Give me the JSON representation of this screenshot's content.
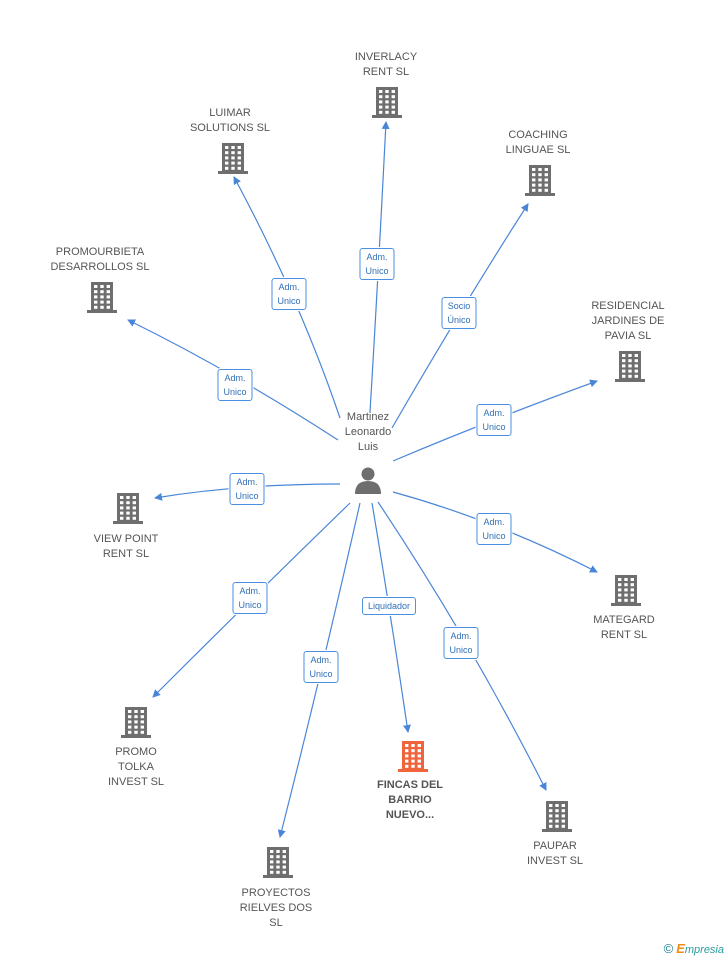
{
  "center": {
    "label": "Martinez\nLeonardo\nLuis"
  },
  "nodes": [
    {
      "id": "inverlacy",
      "label": "INVERLACY\nRENT SL",
      "highlight": false
    },
    {
      "id": "luimar",
      "label": "LUIMAR\nSOLUTIONS  SL",
      "highlight": false
    },
    {
      "id": "coaching",
      "label": "COACHING\nLINGUAE SL",
      "highlight": false
    },
    {
      "id": "promourbieta",
      "label": "PROMOURBIETA\nDESARROLLOS SL",
      "highlight": false
    },
    {
      "id": "residencial",
      "label": "RESIDENCIAL\nJARDINES DE\nPAVIA SL",
      "highlight": false
    },
    {
      "id": "viewpoint",
      "label": "VIEW POINT\nRENT SL",
      "highlight": false
    },
    {
      "id": "mategard",
      "label": "MATEGARD\nRENT SL",
      "highlight": false
    },
    {
      "id": "promotolka",
      "label": "PROMO\nTOLKA\nINVEST SL",
      "highlight": false
    },
    {
      "id": "fincas",
      "label": "FINCAS DEL\nBARRIO\nNUEVO...",
      "highlight": true
    },
    {
      "id": "paupar",
      "label": "PAUPAR\nINVEST SL",
      "highlight": false
    },
    {
      "id": "proyectos",
      "label": "PROYECTOS\nRIELVES DOS\nSL",
      "highlight": false
    }
  ],
  "edges": [
    {
      "to": "inverlacy",
      "label": "Adm.\nUnico"
    },
    {
      "to": "luimar",
      "label": "Adm.\nUnico"
    },
    {
      "to": "coaching",
      "label": "Socio\nÚnico"
    },
    {
      "to": "promourbieta",
      "label": "Adm.\nUnico"
    },
    {
      "to": "residencial",
      "label": "Adm.\nUnico"
    },
    {
      "to": "viewpoint",
      "label": "Adm.\nUnico"
    },
    {
      "to": "mategard",
      "label": "Adm.\nUnico"
    },
    {
      "to": "promotolka",
      "label": "Adm.\nUnico"
    },
    {
      "to": "fincas",
      "label": "Liquidador"
    },
    {
      "to": "paupar",
      "label": "Adm.\nUnico"
    },
    {
      "to": "proyectos",
      "label": "Adm.\nUnico"
    }
  ],
  "colors": {
    "edge": "#4a86d8",
    "building": "#6e6e6e",
    "building_highlight": "#f0643c",
    "person": "#6e6e6e"
  },
  "brand": {
    "copyright": "©",
    "name": "mpresia",
    "initial": "E"
  }
}
